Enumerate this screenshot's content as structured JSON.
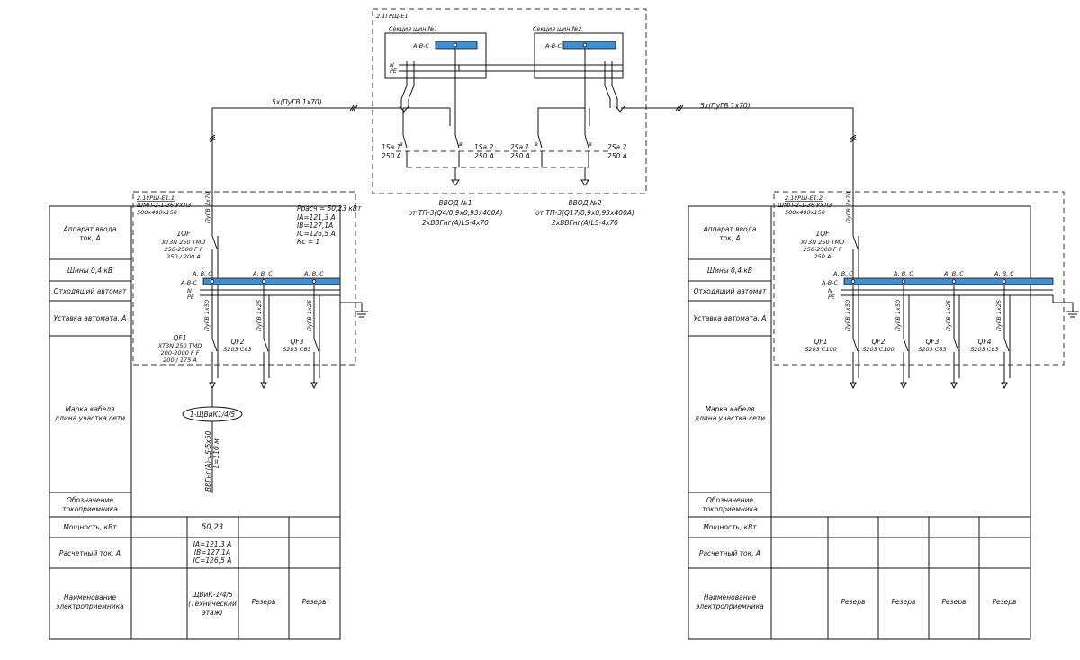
{
  "grsh": {
    "title": "2.1ГРЩ-Е1",
    "section1": "Секция шин №1",
    "section2": "Секция шин №2",
    "abc": "A-B-C",
    "n": "N",
    "pe": "PE",
    "cable_left": "5х(ПуГВ 1х70)",
    "cable_right": "5х(ПуГВ 1х70)",
    "s11_name": "1Sa.1",
    "s11_val": "250 A",
    "s12_name": "1Sa.2",
    "s12_val": "250 A",
    "s21_name": "2Sa.1",
    "s21_val": "250 A",
    "s22_name": "2Sa.2",
    "s22_val": "250 A",
    "v1_1": "ВВОД №1",
    "v1_2": "от ТП-3(Q4/0,9х0,93х400A)",
    "v1_3": "2хВВГнг(А)LS-4х70",
    "v2_1": "ВВОД №2",
    "v2_2": "от ТП-3(Q17/0,9х0,93х400A)",
    "v2_3": "2хВВГнг(А)LS-4х70"
  },
  "labels": {
    "apparat": [
      "Аппарат ввода",
      "ток, А"
    ],
    "shiny": "Шины 0,4 кВ",
    "avtomat": "Отходящий автомат",
    "ustavka": "Уставка автомата, А",
    "marka": [
      "Марка кабеля",
      "длина участка сети"
    ],
    "oboznach": [
      "Обозначение",
      "токоприемника"
    ],
    "moshch": "Мощность, кВт",
    "tok": "Расчетный ток, А",
    "naimen": [
      "Наименование",
      "электроприемника"
    ]
  },
  "left_panel": {
    "title": "2.1УРШ-Е1.1",
    "type": "ШМП-2-1-36 УХЛ3",
    "size": "500х400х150",
    "p_calc": "Pрасч = 50,23 кВт",
    "ia": "IA=121,3 А",
    "ib": "IB=127,1A",
    "ic": "IC=126,5 А",
    "kc": "Кс = 1",
    "cable_in": "ПуГВ 1х70",
    "qf_in_name": "1QF",
    "qf_in_type": "XT3N 250 TMD",
    "qf_in_range": "250-2500 F F",
    "qf_in_set": "250 / 200 А",
    "bus_label": "A-B-C",
    "phase": "A, B, C",
    "n": "N",
    "pe": "PE",
    "qf1_name": "QF1",
    "qf1_type": "XT3N 250 TMD",
    "qf1_range": "200-2000 F F",
    "qf1_set": "200 / 175 А",
    "qf2_name": "QF2",
    "qf2_type": "S203 C63",
    "qf3_name": "QF3",
    "qf3_type": "S203 C63",
    "c1": "ПуГВ 1х50",
    "c2": "ПуГВ 1х25",
    "c3": "ПуГВ 1х25",
    "consumer_tag": "1-ЩВиК1/4/5",
    "cable_mark": "ВВГнг(А)-LS-5х50",
    "cable_len": "L=110 м",
    "power": "50,23",
    "tok1": "IA=121,3 А",
    "tok2": "IB=127,1A",
    "tok3": "IC=126,5 А",
    "name1": [
      "ЩВиК-1/4/5",
      "(Технический",
      "этаж)"
    ],
    "name2": "Резерв",
    "name3": "Резерв"
  },
  "right_panel": {
    "title": "2.1УРШ-Е1.2",
    "type": "ШМП-2-1-36 УХЛ3",
    "size": "500х400х150",
    "cable_in": "ПуГВ 1х70",
    "qf_in_name": "1QF",
    "qf_in_type": "XT3N 250 TMD",
    "qf_in_range": "250-2500 F F",
    "qf_in_set": "250 А",
    "bus_label": "A-B-C",
    "phase": "A, B, C",
    "n": "N",
    "pe": "PE",
    "qf1_name": "QF1",
    "qf1_type": "S203 C100",
    "qf2_name": "QF2",
    "qf2_type": "S203 C100",
    "qf3_name": "QF3",
    "qf3_type": "S203 C63",
    "qf4_name": "QF4",
    "qf4_type": "S203 C63",
    "c1": "ПуГВ 1х50",
    "c2": "ПуГВ 1х50",
    "c3": "ПуГВ 1х25",
    "c4": "ПуГВ 1х25",
    "name": "Резерв"
  }
}
